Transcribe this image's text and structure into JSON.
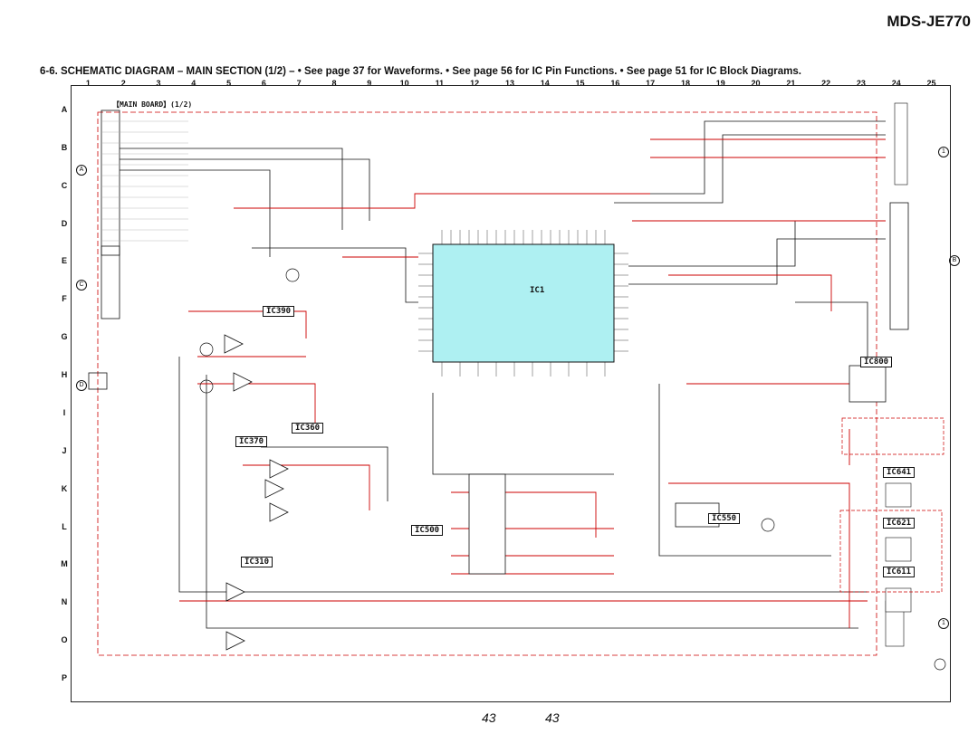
{
  "model": "MDS-JE770",
  "heading": "6-6. SCHEMATIC DIAGRAM – MAIN SECTION (1/2) –  • See page 37 for Waveforms.  • See page 56 for IC Pin Functions.  • See page 51 for IC Block Diagrams.",
  "columns": [
    "1",
    "2",
    "3",
    "4",
    "5",
    "6",
    "7",
    "8",
    "9",
    "10",
    "11",
    "12",
    "13",
    "14",
    "15",
    "16",
    "17",
    "18",
    "19",
    "20",
    "21",
    "22",
    "23",
    "24",
    "25"
  ],
  "rows": [
    "A",
    "B",
    "C",
    "D",
    "E",
    "F",
    "G",
    "H",
    "I",
    "J",
    "K",
    "L",
    "M",
    "N",
    "O",
    "P"
  ],
  "board_title": "【MAIN BOARD】(1/2)",
  "ics": {
    "ic1": "IC1",
    "ic390": "IC390",
    "ic370": "IC370",
    "ic360": "IC360",
    "ic310": "IC310",
    "ic500": "IC500",
    "ic800": "IC800",
    "ic550": "IC550",
    "ic641": "IC641",
    "ic621": "IC621",
    "ic611": "IC611"
  },
  "connectors": {
    "left_a": "A",
    "left_c": "C",
    "left_d": "D",
    "right_1": "1",
    "right_b": "B",
    "bottom_1": "1"
  },
  "page_numbers": [
    "43",
    "43"
  ]
}
